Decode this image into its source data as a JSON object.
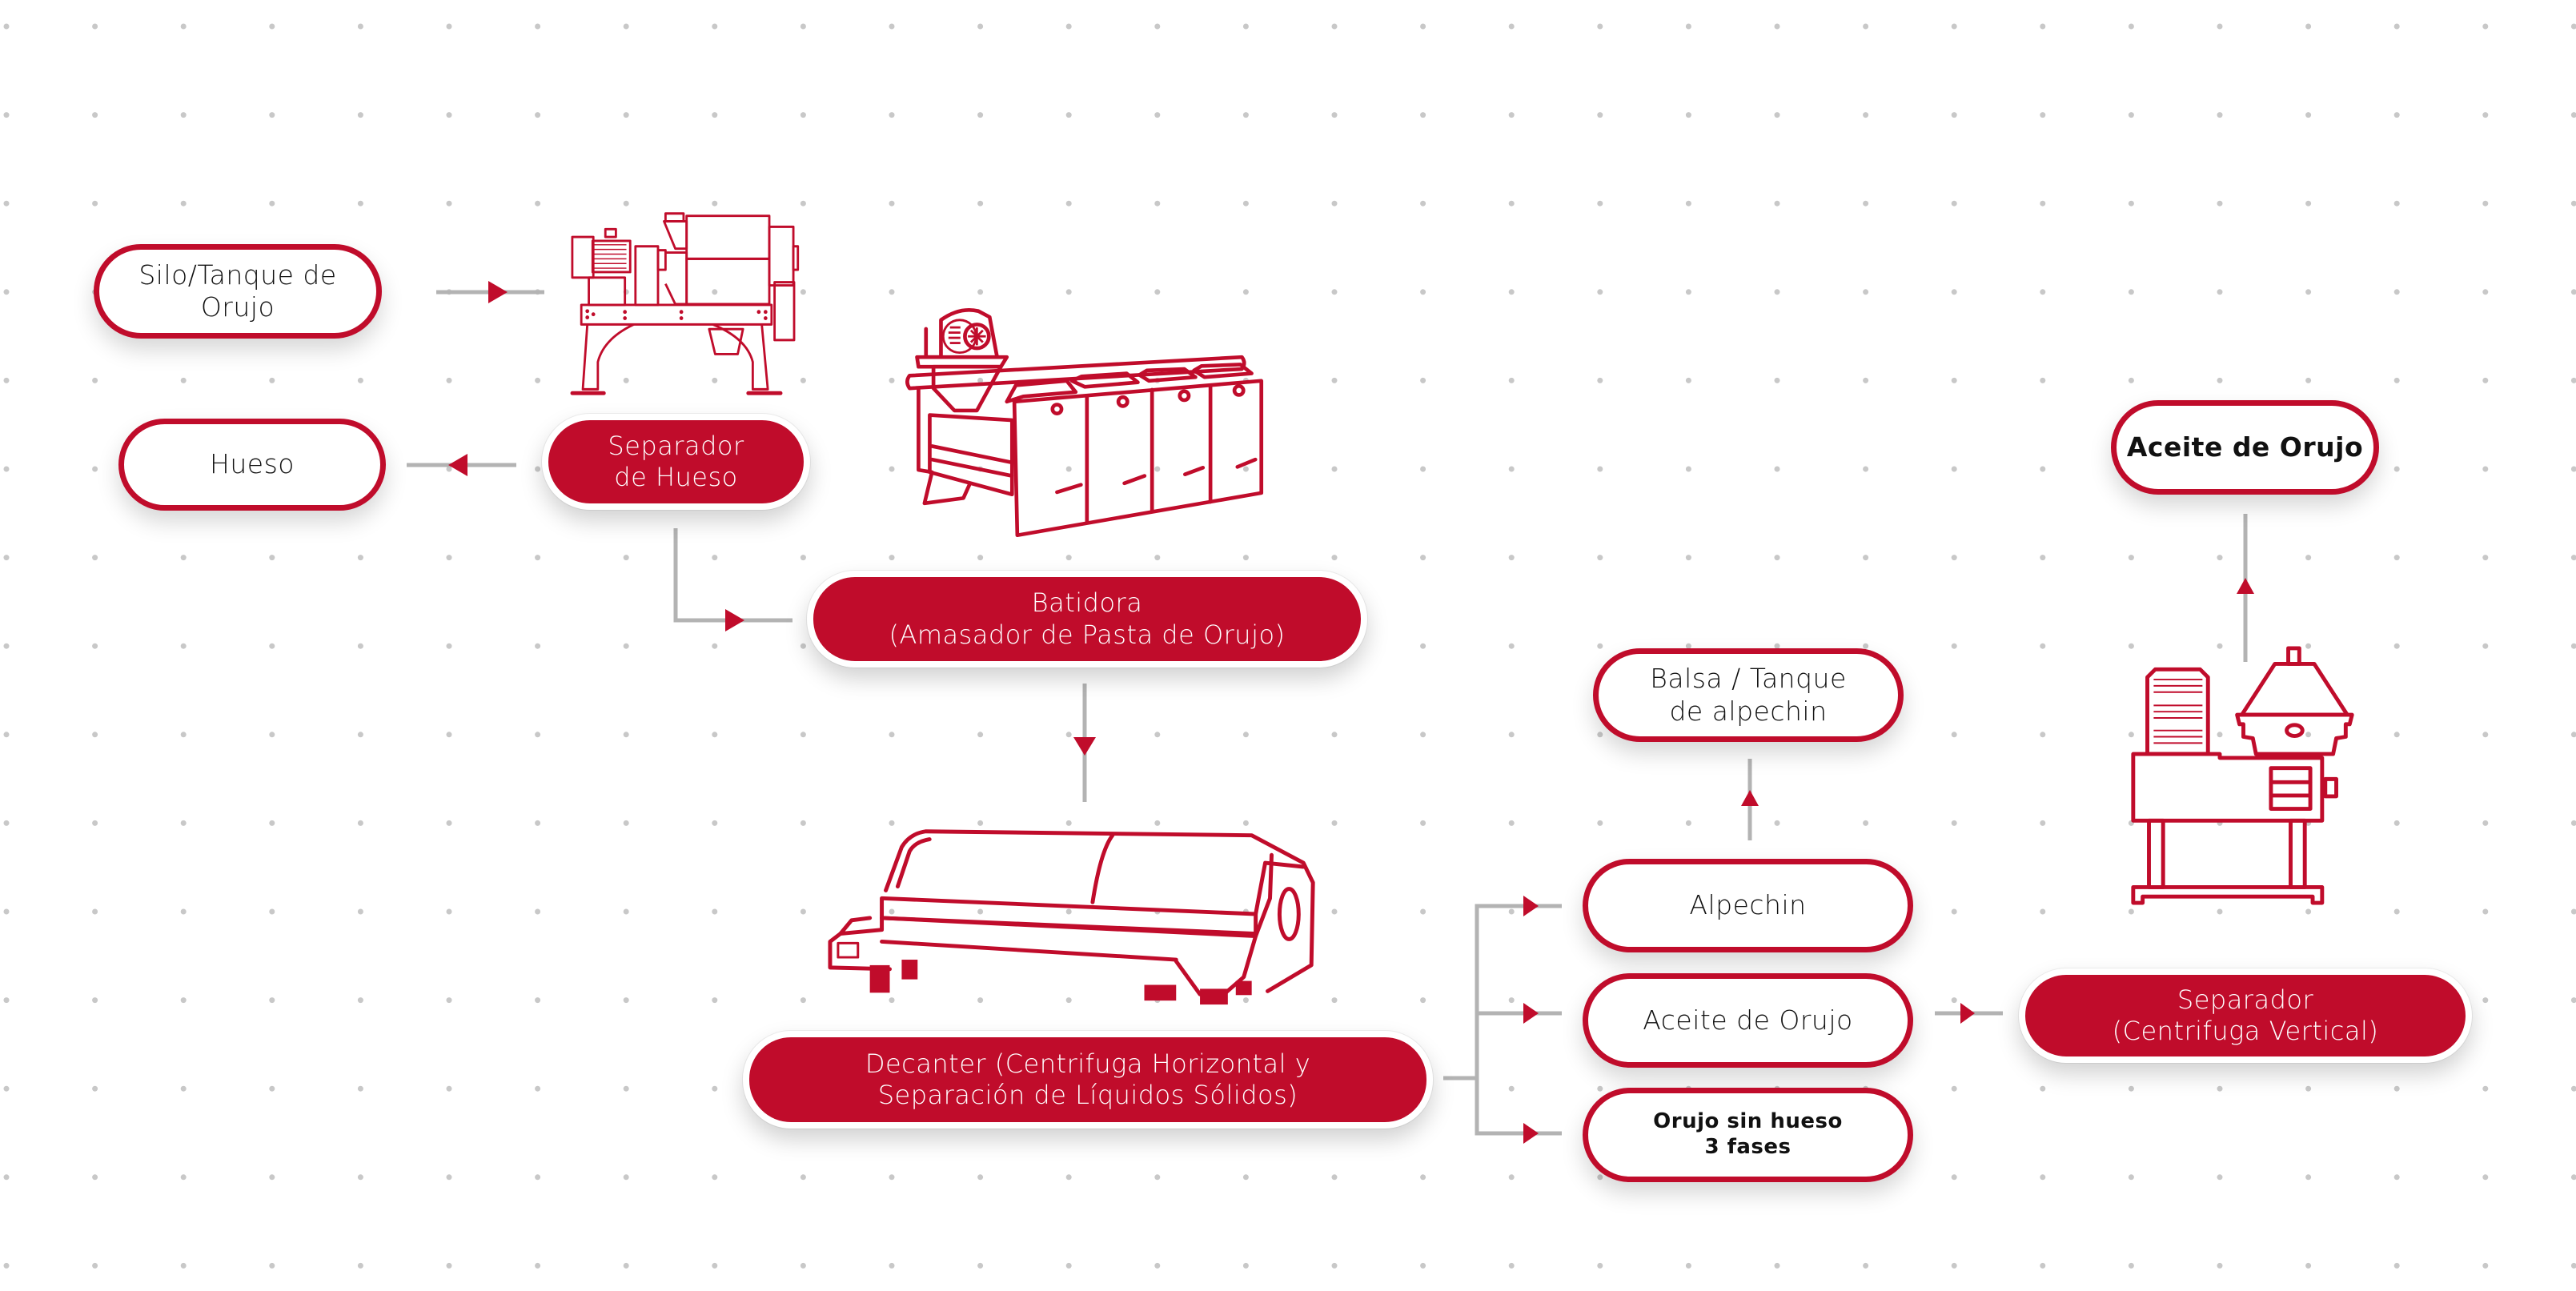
{
  "diagram": {
    "title": "Proceso de Extracción de Aceite de Orujo",
    "colors": {
      "accent": "#c00c2b",
      "connector": "#b3b3b3",
      "dot": "#c8c8c8",
      "text": "#111111"
    },
    "nodes": {
      "silo": {
        "label": "Silo/Tanque de Orujo",
        "style": "outline"
      },
      "hueso": {
        "label": "Hueso",
        "style": "outline"
      },
      "separador_hueso": {
        "label": "Separador\nde Hueso",
        "style": "filled"
      },
      "batidora": {
        "label": "Batidora\n(Amasador de Pasta de Orujo)",
        "style": "filled"
      },
      "decanter": {
        "label": "Decanter (Centrifuga Horizontal y\nSeparación de Líquidos Sólidos)",
        "style": "filled"
      },
      "balsa": {
        "label": "Balsa / Tanque\nde alpechin",
        "style": "outline"
      },
      "alpechin": {
        "label": "Alpechin",
        "style": "outline"
      },
      "aceite_orujo": {
        "label": "Aceite de Orujo",
        "style": "outline"
      },
      "orujo_sin_hueso": {
        "label": "Orujo sin hueso\n3 fases",
        "style": "outline-bold"
      },
      "separador_vertical": {
        "label": "Separador\n(Centrifuga Vertical)",
        "style": "filled"
      },
      "aceite_orujo_final": {
        "label": "Aceite de Orujo",
        "style": "outline-bold"
      }
    },
    "machines": [
      {
        "id": "separador-hueso-machine",
        "icon": "bone-separator-machine-icon"
      },
      {
        "id": "batidora-machine",
        "icon": "malaxer-machine-icon"
      },
      {
        "id": "decanter-machine",
        "icon": "horizontal-decanter-centrifuge-icon"
      },
      {
        "id": "vertical-separator-machine",
        "icon": "vertical-centrifuge-separator-icon"
      }
    ],
    "edges": [
      {
        "from": "silo",
        "to": "separador_hueso"
      },
      {
        "from": "separador_hueso",
        "to": "hueso"
      },
      {
        "from": "separador_hueso",
        "to": "batidora"
      },
      {
        "from": "batidora",
        "to": "decanter"
      },
      {
        "from": "decanter",
        "to": "alpechin"
      },
      {
        "from": "decanter",
        "to": "aceite_orujo"
      },
      {
        "from": "decanter",
        "to": "orujo_sin_hueso"
      },
      {
        "from": "alpechin",
        "to": "balsa"
      },
      {
        "from": "aceite_orujo",
        "to": "separador_vertical"
      },
      {
        "from": "separador_vertical",
        "to": "aceite_orujo_final"
      }
    ]
  }
}
